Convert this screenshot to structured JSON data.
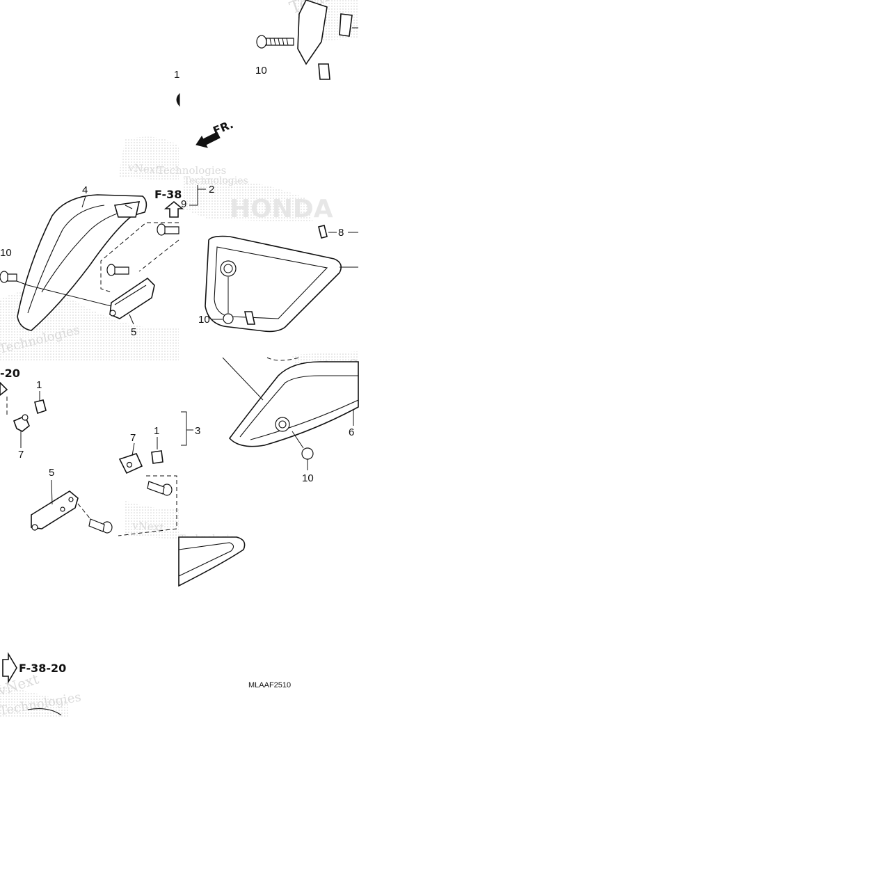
{
  "callouts": {
    "c_10_top": "10",
    "c_1_top": "1",
    "c_2": "2",
    "c_9": "9",
    "c_4": "4",
    "c_10_left": "10",
    "c_5_mid": "5",
    "c_8": "8",
    "c_10_cover": "10",
    "c_1_a": "1",
    "c_7_a": "7",
    "c_7_b": "7",
    "c_1_b": "1",
    "c_3": "3",
    "c_5_low": "5",
    "c_6": "6",
    "c_10_low": "10"
  },
  "references": {
    "ref_mid": "F-38",
    "ref_left": "-20",
    "ref_bottom": "F-38-20",
    "front_marker": "FR."
  },
  "diagram_code": "MLAAF2510",
  "watermark": {
    "brand_a": "vNext",
    "brand_b": "Technologies",
    "brand_c": "Techno",
    "big": "HONDA"
  },
  "colors": {
    "ink": "#111111",
    "watermark": "#cfcfcf",
    "background": "#ffffff"
  }
}
